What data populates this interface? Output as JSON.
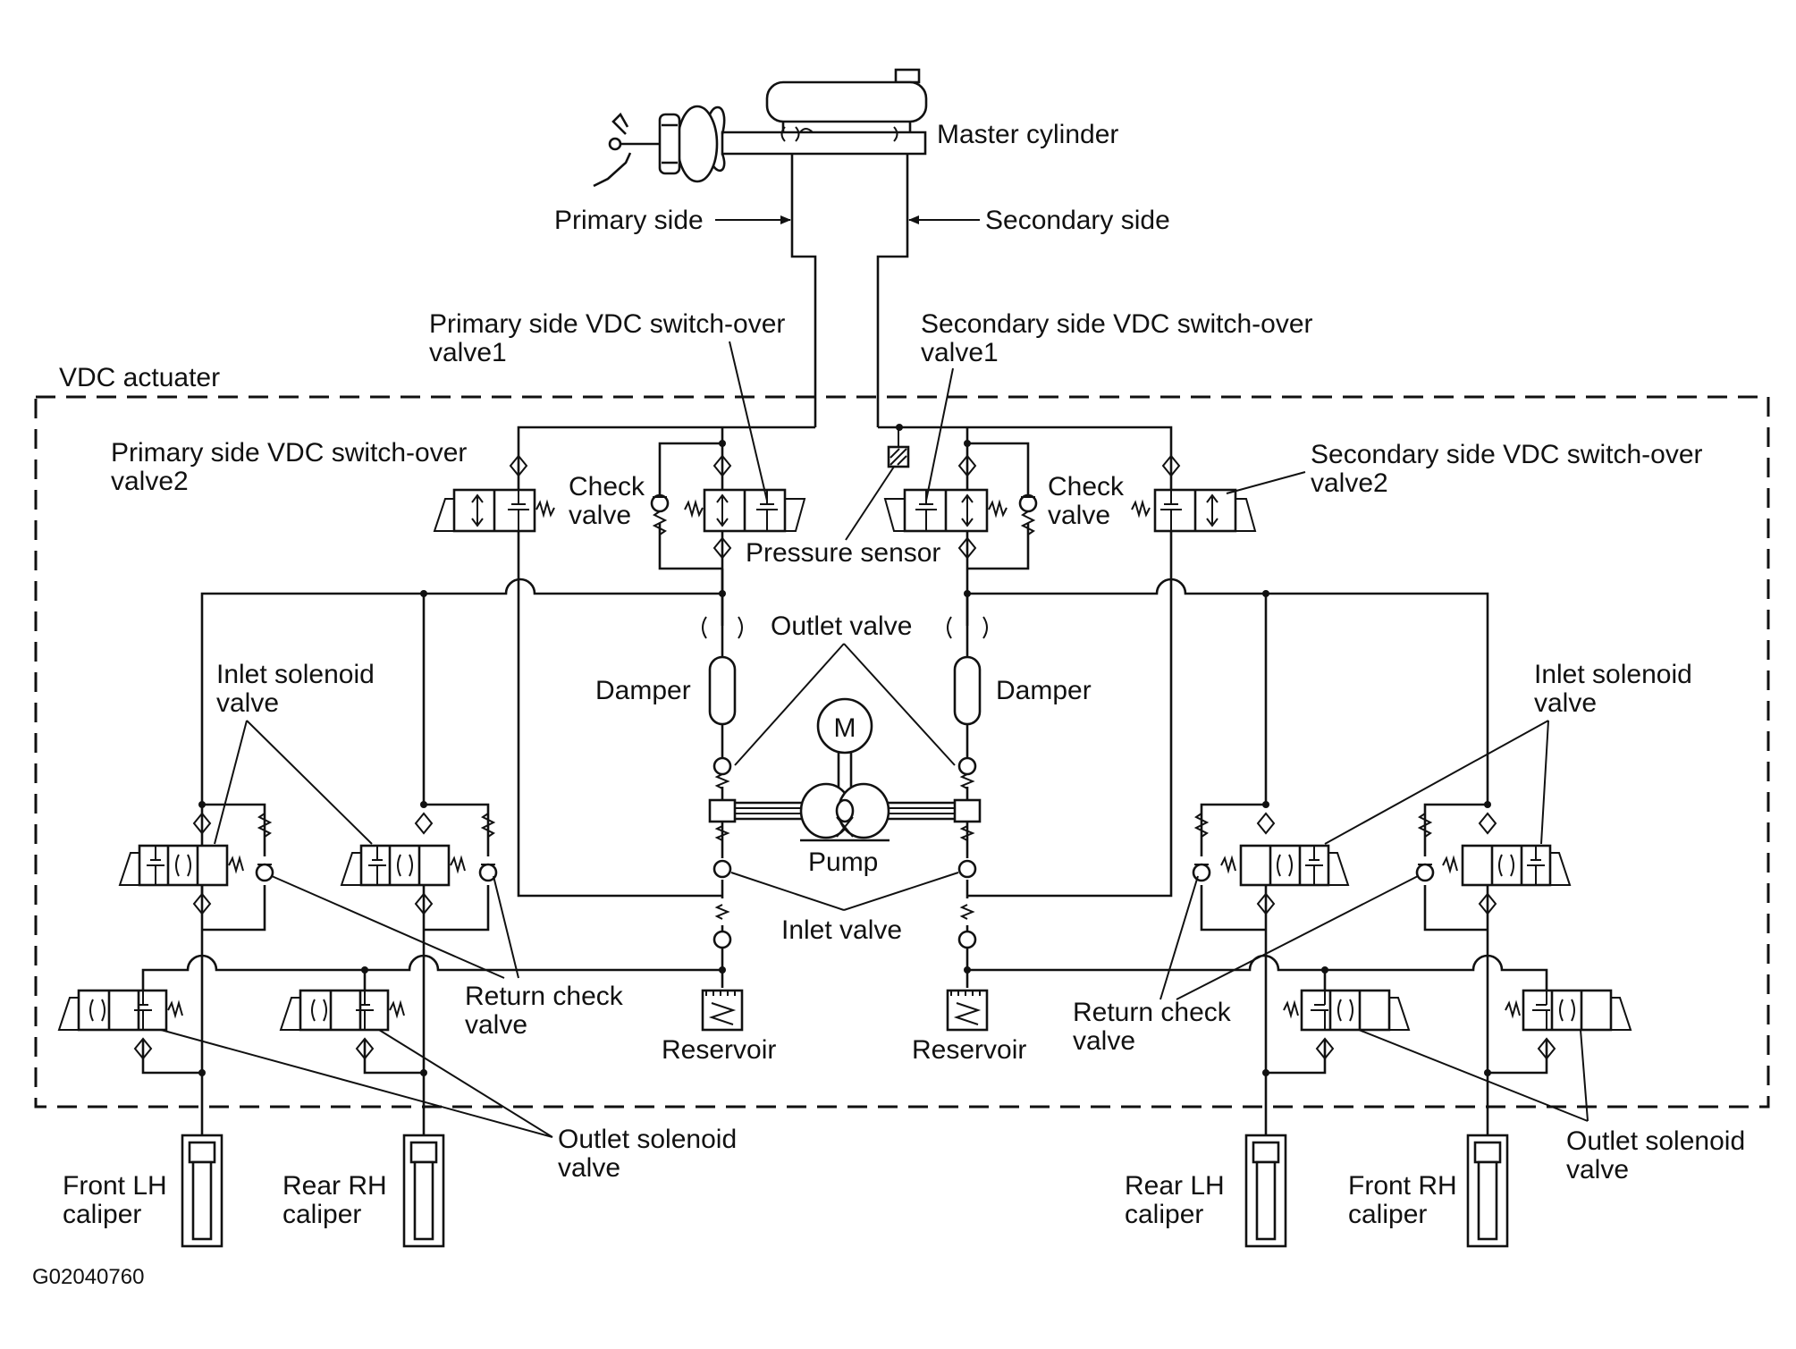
{
  "labels": {
    "master_cylinder": "Master cylinder",
    "primary_side": "Primary side",
    "secondary_side": "Secondary side",
    "vdc_actuater": "VDC actuater",
    "primary_vdc_valve1": [
      "Primary side VDC switch-over",
      "valve1"
    ],
    "secondary_vdc_valve1": [
      "Secondary side VDC switch-over",
      "valve1"
    ],
    "primary_vdc_valve2": [
      "Primary side VDC switch-over",
      "valve2"
    ],
    "secondary_vdc_valve2": [
      "Secondary side VDC switch-over",
      "valve2"
    ],
    "check_valve_left": [
      "Check",
      "valve"
    ],
    "check_valve_right": [
      "Check",
      "valve"
    ],
    "pressure_sensor": "Pressure sensor",
    "outlet_valve": "Outlet valve",
    "damper_left": "Damper",
    "damper_right": "Damper",
    "motor": "M",
    "pump": "Pump",
    "inlet_valve": "Inlet valve",
    "inlet_solenoid_left": [
      "Inlet solenoid",
      "valve"
    ],
    "inlet_solenoid_right": [
      "Inlet solenoid",
      "valve"
    ],
    "return_check_left": [
      "Return check",
      "valve"
    ],
    "return_check_right": [
      "Return check",
      "valve"
    ],
    "reservoir_left": "Reservoir",
    "reservoir_right": "Reservoir",
    "outlet_solenoid_left": [
      "Outlet solenoid",
      "valve"
    ],
    "outlet_solenoid_right": [
      "Outlet solenoid",
      "valve"
    ],
    "front_lh_caliper": [
      "Front LH",
      "caliper"
    ],
    "rear_rh_caliper": [
      "Rear RH",
      "caliper"
    ],
    "rear_lh_caliper": [
      "Rear LH",
      "caliper"
    ],
    "front_rh_caliper": [
      "Front RH",
      "caliper"
    ],
    "figure_code": "G02040760"
  }
}
